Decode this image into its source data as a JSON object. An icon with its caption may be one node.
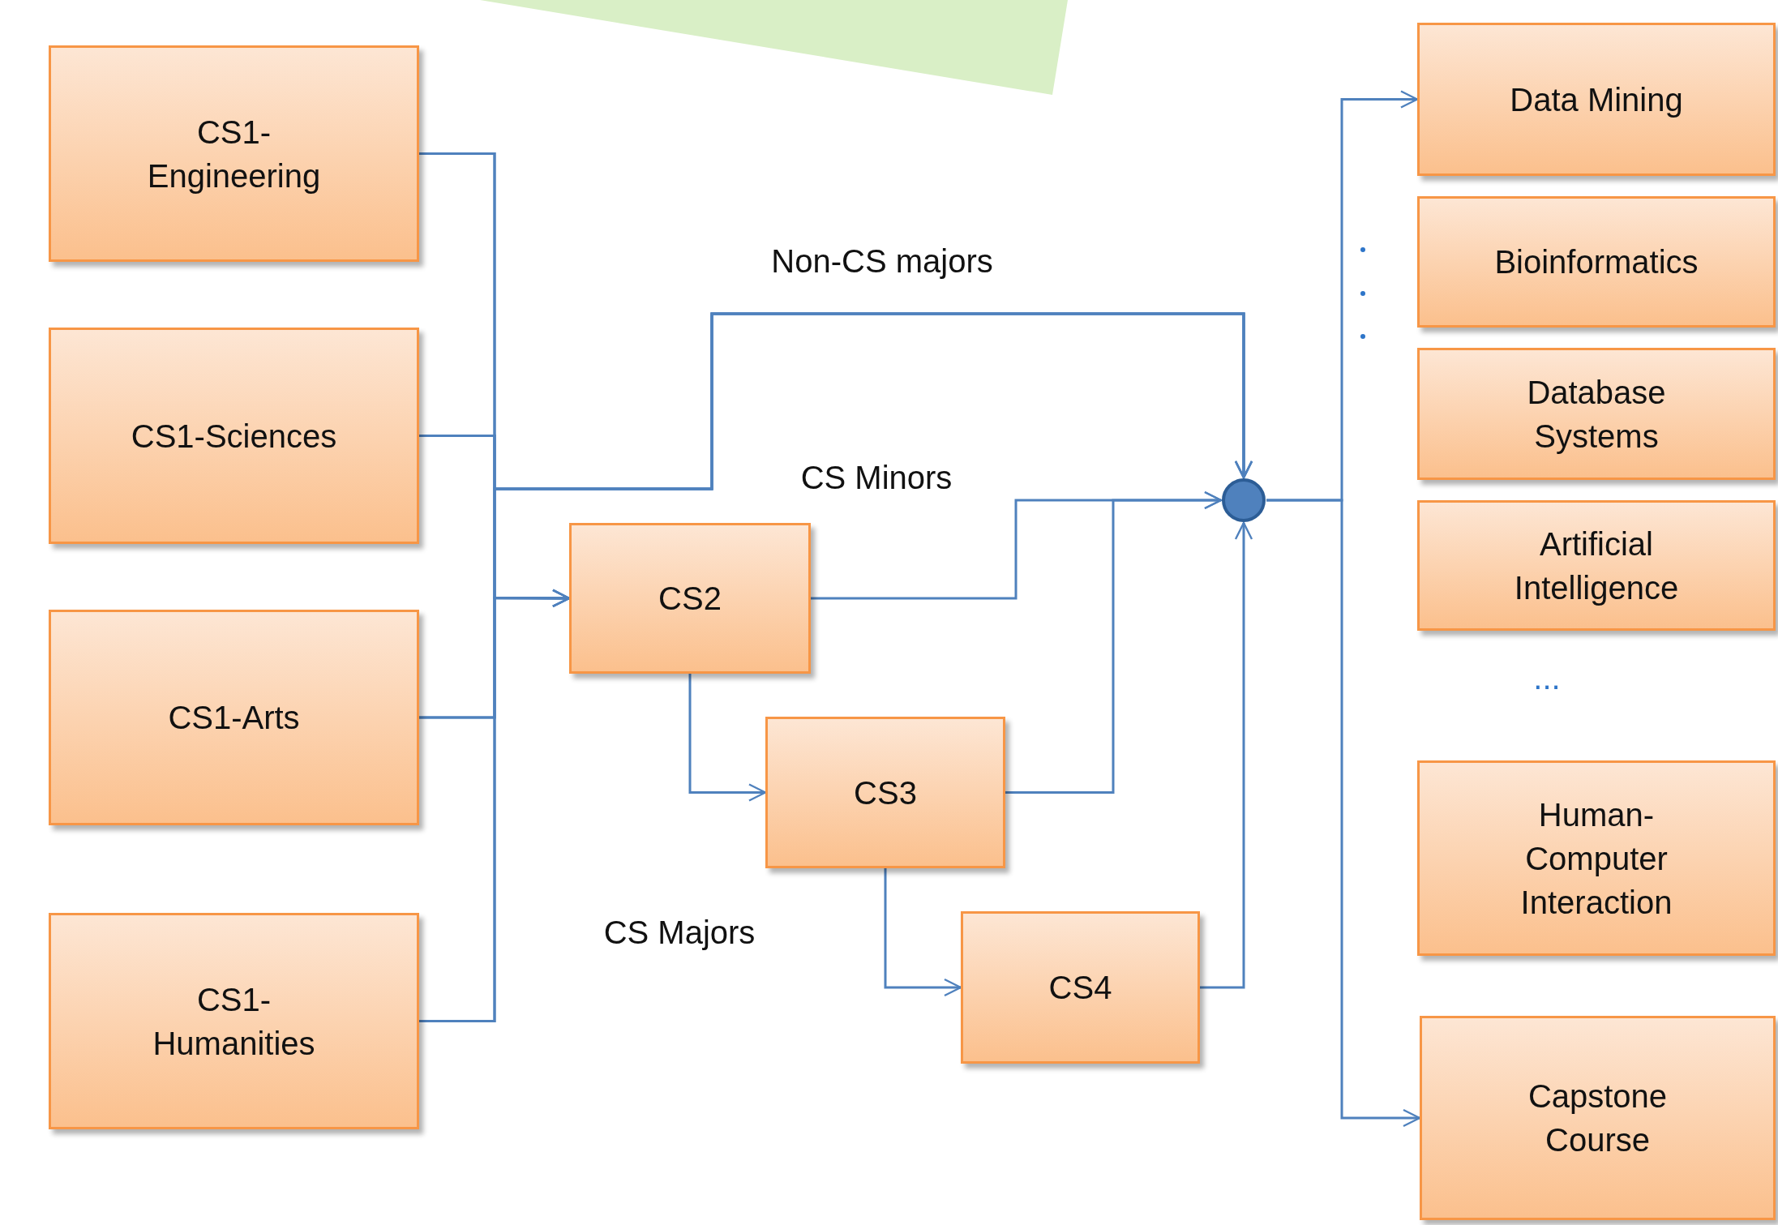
{
  "diagram": {
    "nodes": [
      {
        "text": [
          "CS1-Engineering"
        ]
      },
      {
        "text": [
          "CS1-Sciences"
        ]
      },
      {
        "text": [
          "CS1-Arts"
        ]
      },
      {
        "text": [
          "CS1-Humanities"
        ]
      },
      {
        "text": [
          "CS2"
        ]
      },
      {
        "text": [
          "CS3"
        ]
      },
      {
        "text": [
          "CS4"
        ]
      },
      {
        "text": [],
        "shape": "circle"
      },
      {
        "text": [
          "Data Mining"
        ]
      },
      {
        "text": [
          "Bioinformatics"
        ]
      },
      {
        "text": [
          "Database Systems"
        ]
      },
      {
        "text": [
          "Artificial Intelligence"
        ]
      },
      {
        "text": [
          "Human-Computer Interaction"
        ]
      },
      {
        "text": [
          "Capstone Course"
        ]
      }
    ],
    "edges": [
      {
        "from": 0,
        "to": 4,
        "arrow": "to"
      },
      {
        "from": 1,
        "to": 4,
        "arrow": "to"
      },
      {
        "from": 2,
        "to": 4,
        "arrow": "to"
      },
      {
        "from": 3,
        "to": 4,
        "arrow": "to"
      },
      {
        "from": 0,
        "to": 7,
        "arrow": "to"
      },
      {
        "from": 1,
        "to": 7,
        "arrow": "to"
      },
      {
        "from": 2,
        "to": 7,
        "arrow": "to"
      },
      {
        "from": 3,
        "to": 7,
        "arrow": "to"
      },
      {
        "from": 4,
        "to": 5,
        "arrow": "to"
      },
      {
        "from": 5,
        "to": 6,
        "arrow": "to"
      },
      {
        "from": 4,
        "to": 7,
        "arrow": "to"
      },
      {
        "from": 5,
        "to": 7,
        "arrow": "to"
      },
      {
        "from": 6,
        "to": 7,
        "arrow": "to"
      },
      {
        "from": 7,
        "to": 8,
        "arrow": "to"
      },
      {
        "from": 7,
        "to": 13,
        "arrow": "to"
      }
    ],
    "labels": [
      "Non-CS majors",
      "CS Minors",
      "CS Majors",
      "..."
    ]
  }
}
